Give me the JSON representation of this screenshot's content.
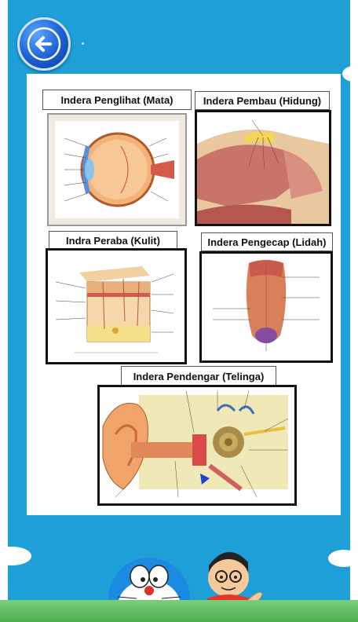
{
  "navigation": {
    "back_icon": "arrow-left-icon"
  },
  "panels": {
    "eye": {
      "title": "Indera Penglihat (Mata)"
    },
    "nose": {
      "title": "Indera Pembau (Hidung)"
    },
    "skin": {
      "title": "Indra Peraba (Kulit)"
    },
    "tongue": {
      "title": "Indera Pengecap (Lidah)"
    },
    "ear": {
      "title": "Indera Pendengar (Telinga)"
    }
  },
  "colors": {
    "background": "#1f9fd8",
    "card": "#ffffff",
    "button": "#1a5fd4"
  },
  "characters": [
    "doraemon",
    "nobita"
  ]
}
